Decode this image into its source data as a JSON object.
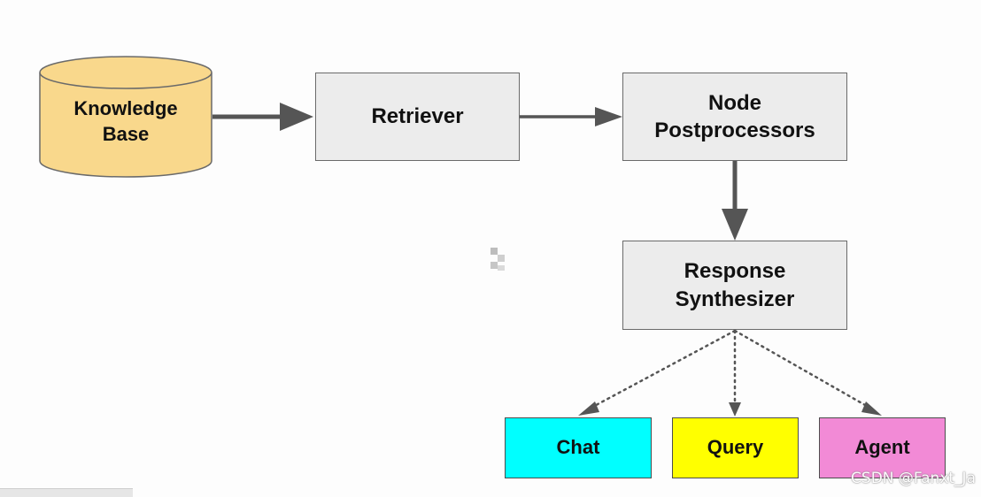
{
  "diagram": {
    "knowledge_base": {
      "line1": "Knowledge",
      "line2": "Base",
      "fill": "#f9d88c"
    },
    "retriever": {
      "label": "Retriever"
    },
    "node_postprocessors": {
      "line1": "Node",
      "line2": "Postprocessors"
    },
    "response_synthesizer": {
      "line1": "Response",
      "line2": "Synthesizer"
    },
    "outputs": [
      {
        "label": "Chat",
        "fill": "#00ffff"
      },
      {
        "label": "Query",
        "fill": "#ffff00"
      },
      {
        "label": "Agent",
        "fill": "#f28ad6"
      }
    ],
    "colors": {
      "process_fill": "#ececec",
      "edge": "#555555",
      "border": "#6a6a6a"
    }
  },
  "watermark": "CSDN @Fanxt_Ja"
}
